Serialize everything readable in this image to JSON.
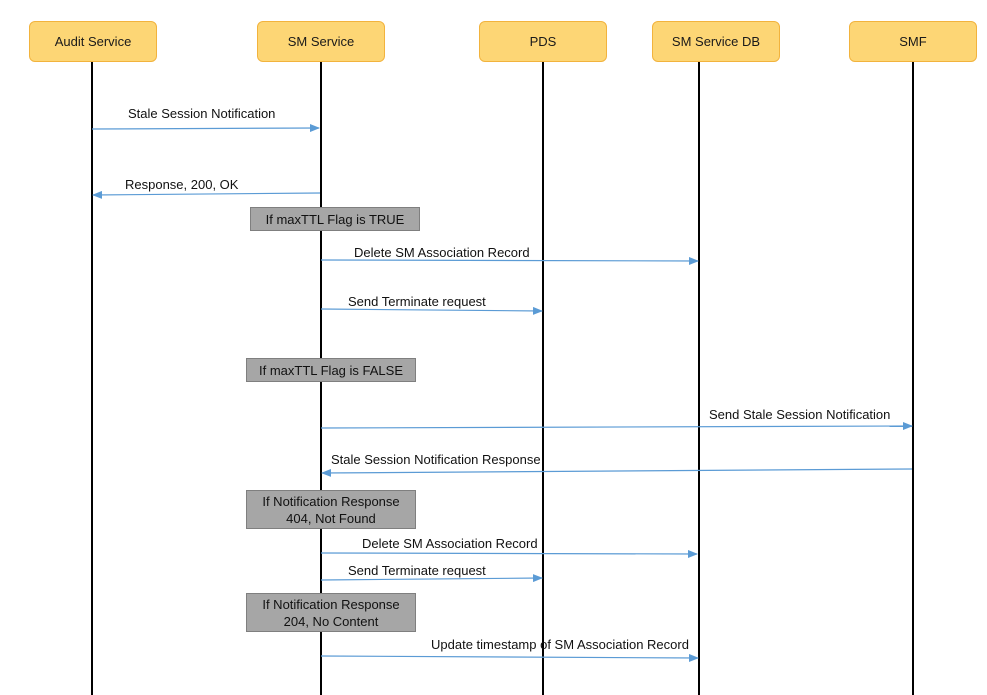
{
  "actors": {
    "audit": "Audit Service",
    "sm": "SM Service",
    "pds": "PDS",
    "smdb": "SM Service DB",
    "smf": "SMF"
  },
  "conditions": {
    "c1": "If maxTTL Flag is TRUE",
    "c2": "If maxTTL Flag is FALSE",
    "c3": "If Notification Response\n404, Not Found",
    "c4": "If Notification Response\n204, No Content"
  },
  "messages": {
    "m1": "Stale Session Notification",
    "m2": "Response, 200, OK",
    "m3": "Delete SM Association Record",
    "m4": "Send Terminate request",
    "m5": "Send Stale Session Notification",
    "m6": "Stale Session Notification Response",
    "m7": "Delete SM Association Record",
    "m8": "Send Terminate request",
    "m9": "Update timestamp of SM Association Record"
  },
  "colors": {
    "actor_fill": "#fdd675",
    "actor_border": "#f2b33d",
    "condition_fill": "#a6a6a6",
    "arrow": "#5b9bd5"
  }
}
